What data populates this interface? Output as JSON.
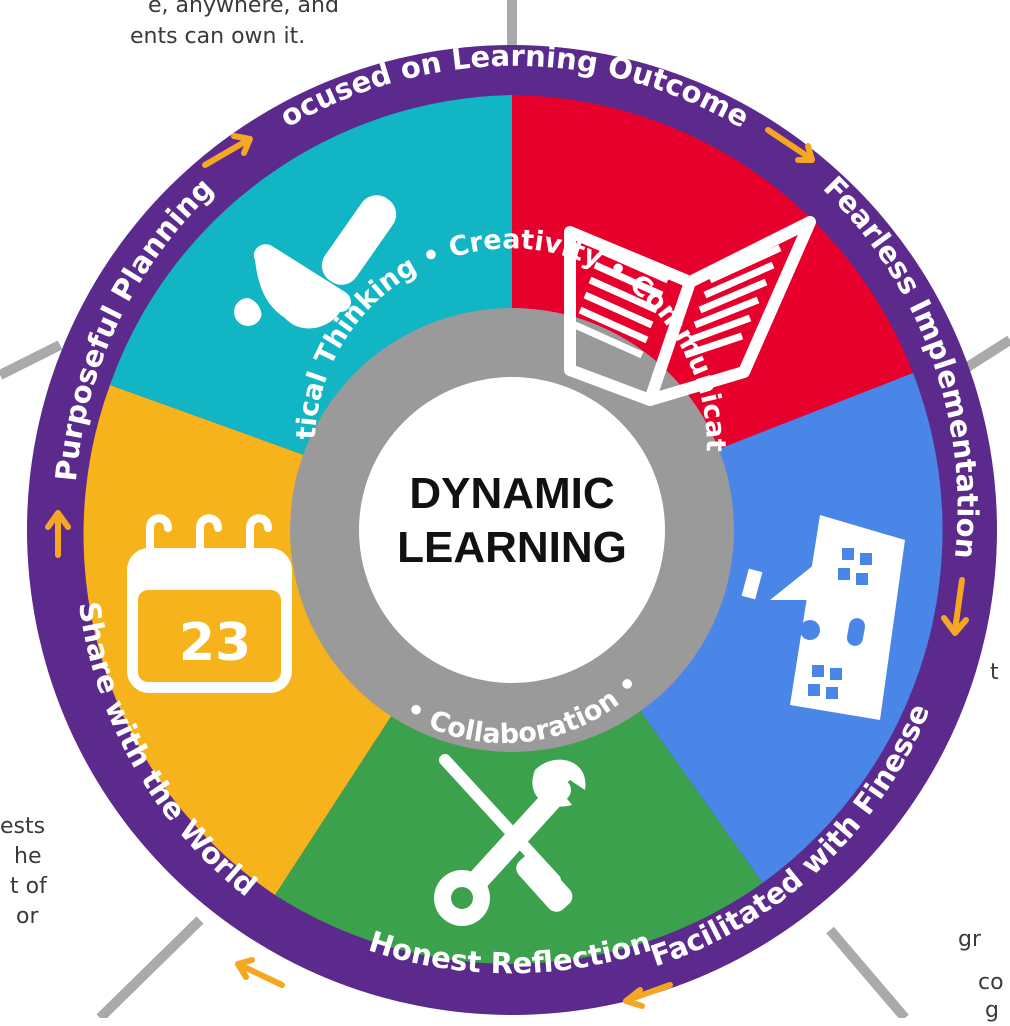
{
  "background_text": {
    "top_line1": "e, anywhere, and",
    "top_line2": "ents can own it.",
    "left_line1": "ests",
    "left_line2": "he",
    "left_line3": "t of",
    "left_line4": "or",
    "right_t": "t",
    "right_gr": "gr",
    "right_co": "co",
    "right_g": "g"
  },
  "center": {
    "line1": "DYNAMIC",
    "line2": "LEARNING"
  },
  "inner_ring": {
    "creativity": "Creativity",
    "communication": "Communication",
    "collaboration": "Collaboration",
    "critical_thinking": "Critical Thinking",
    "separator": "•"
  },
  "outer_ring": {
    "stages": [
      "Focused on Learning Outcomes",
      "Fearless Implementation",
      "Facilitated with Finesse",
      "Honest Reflection",
      "Share with the World",
      "Purposeful Planning"
    ],
    "arrow_color": "#f5a623"
  },
  "calendar_number": "23",
  "colors": {
    "ring": "#5b2a8c",
    "inner_ring": "#9a9a9a",
    "teal": "#11b5c4",
    "red": "#e8002d",
    "blue": "#4a86e8",
    "green": "#3ba14d",
    "yellow": "#f6b31c",
    "spoke": "#aaaaaa"
  }
}
